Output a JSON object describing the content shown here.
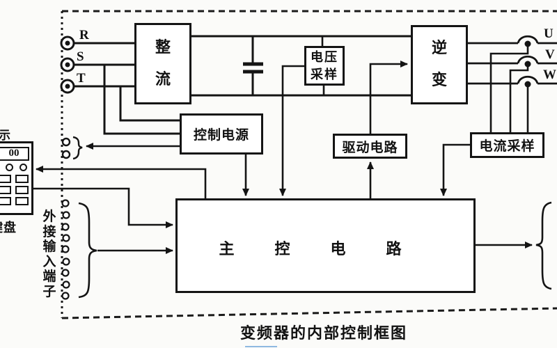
{
  "diagram": {
    "caption": "变频器的内部控制框图",
    "blocks": {
      "rectifier": "整流",
      "voltage_sampling": "电压采样",
      "inverter": "逆变",
      "control_power": "控制电源",
      "drive_circuit": "驱动电路",
      "current_sampling": "电流采样",
      "main_control": "主控电路"
    },
    "input_terminals": [
      "R",
      "S",
      "T"
    ],
    "output_terminals": [
      "U",
      "V",
      "W"
    ],
    "keypad": {
      "top_label": "示",
      "display_value": "00",
      "bottom_label": "键盘"
    },
    "external_input_label": "外接输入端子",
    "colors": {
      "line": "#141414",
      "background": "#fbfbf9",
      "block_fill": "#ffffff",
      "accent_underline": "#6aa3d8"
    }
  }
}
